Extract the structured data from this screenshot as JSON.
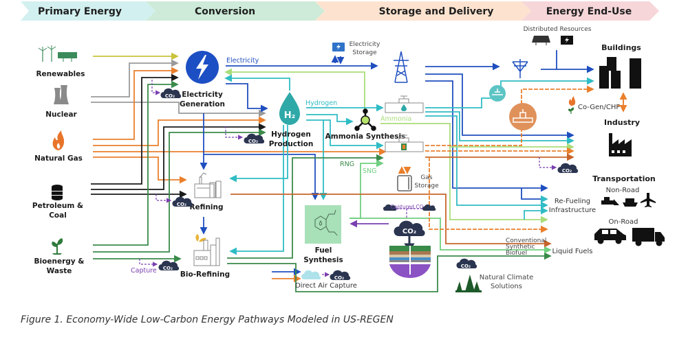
{
  "stages": [
    {
      "label": "Primary Energy",
      "color": "#d3f0f0"
    },
    {
      "label": "Conversion",
      "color": "#cdebd8"
    },
    {
      "label": "Storage and Delivery",
      "color": "#fde3cf"
    },
    {
      "label": "Energy End-Use",
      "color": "#f6d6d9"
    }
  ],
  "primary_sources": [
    {
      "label_lines": [
        "Renewables"
      ],
      "icon": "wind-solar-icon"
    },
    {
      "label_lines": [
        "Nuclear"
      ],
      "icon": "cooling-tower-icon"
    },
    {
      "label_lines": [
        "Natural Gas"
      ],
      "icon": "flame-icon"
    },
    {
      "label_lines": [
        "Petroleum &",
        "Coal"
      ],
      "icon": "barrels-icon"
    },
    {
      "label_lines": [
        "Bioenergy &",
        "Waste"
      ],
      "icon": "sprout-icon"
    }
  ],
  "conversion": {
    "electricity_generation": [
      "Electricity",
      "Generation"
    ],
    "hydrogen_production": [
      "Hydrogen",
      "Production"
    ],
    "ammonia_synthesis": "Ammonia Synthesis",
    "refining": "Refining",
    "bio_refining": "Bio-Refining",
    "fuel_synthesis": [
      "Fuel",
      "Synthesis"
    ],
    "direct_air_capture": "Direct Air Capture",
    "capture_label": "Capture",
    "co2_label": "CO₂",
    "h2_label": "H₂"
  },
  "storage": {
    "electricity_storage": [
      "Electricity",
      "Storage"
    ],
    "gas_storage": [
      "Gas",
      "Storage"
    ],
    "captured_co2": "Captured CO₂",
    "natural_climate_solutions": [
      "Natural Climate",
      "Solutions"
    ]
  },
  "flow_labels": {
    "electricity": "Electricity",
    "hydrogen": "Hydrogen",
    "ammonia": "Ammonia",
    "rng": "RNG",
    "sng": "SNG",
    "conventional": "Conventional",
    "synthetic": "Synthetic",
    "biofuel": "Biofuel"
  },
  "end_use": {
    "distributed_resources": "Distributed Resources",
    "buildings": "Buildings",
    "cogen": "Co-Gen/CHP",
    "industry": "Industry",
    "transportation": "Transportation",
    "non_road": "Non-Road",
    "on_road": "On-Road",
    "refueling": [
      "Re-Fueling",
      "Infrastructure"
    ],
    "liquid_fuels": "Liquid Fuels"
  },
  "colors": {
    "renewables": "#c9c23a",
    "nuclear": "#9a9a9a",
    "natural_gas": "#ea7f2c",
    "petroleum": "#1a1a1a",
    "bio": "#3a8a4a",
    "electricity": "#1f4fbf",
    "hydrogen": "#2fbcc4",
    "ammonia": "#a9dd7a",
    "sng": "#6fcf7f",
    "conventional": "#c8642a",
    "capture": "#7a3fb0",
    "co2_cloud": "#2b3550",
    "fuel_synthesis_box": "#a8e0b8"
  },
  "caption": "Figure 1. Economy-Wide Low-Carbon Energy Pathways Modeled in US-REGEN"
}
